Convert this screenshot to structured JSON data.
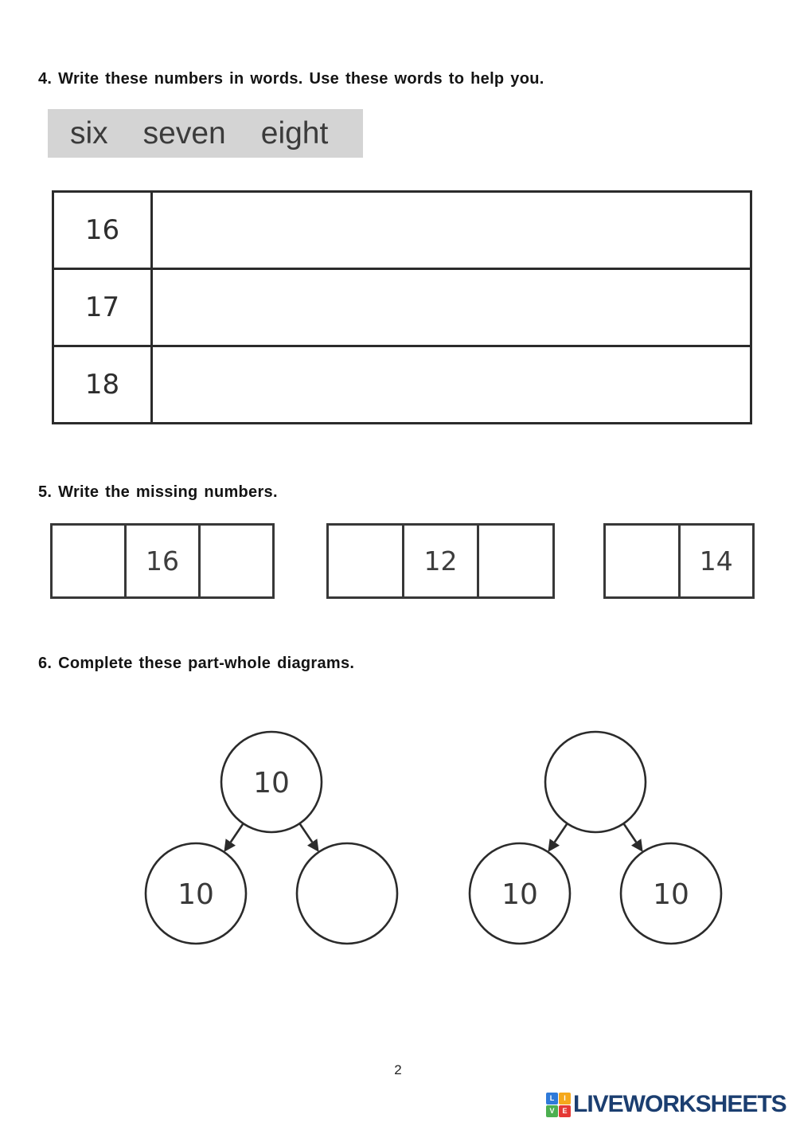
{
  "page": {
    "number": "2"
  },
  "q4": {
    "heading": "4. Write these numbers in words. Use these words to help you.",
    "word_bank": [
      "six",
      "seven",
      "eight"
    ],
    "rows": [
      {
        "number": "16",
        "answer": ""
      },
      {
        "number": "17",
        "answer": ""
      },
      {
        "number": "18",
        "answer": ""
      }
    ]
  },
  "q5": {
    "heading": "5. Write the missing numbers.",
    "strips": [
      {
        "cells": [
          "",
          "16",
          ""
        ]
      },
      {
        "cells": [
          "",
          "12",
          ""
        ]
      },
      {
        "cells": [
          "",
          "14"
        ]
      }
    ]
  },
  "q6": {
    "heading": "6. Complete these part-whole diagrams.",
    "diagrams": [
      {
        "whole": "10",
        "part_left": "10",
        "part_right": ""
      },
      {
        "whole": "",
        "part_left": "10",
        "part_right": "10"
      }
    ]
  },
  "footer": {
    "logo_tiles": [
      {
        "letter": "L",
        "color": "#2f7ad9"
      },
      {
        "letter": "I",
        "color": "#f5a81c"
      },
      {
        "letter": "V",
        "color": "#4caf50"
      },
      {
        "letter": "E",
        "color": "#e53935"
      }
    ],
    "logo_text": "LIVEWORKSHEETS"
  },
  "colors": {
    "ink": "#2b2b2b",
    "word_bank_bg": "#d4d4d4",
    "logo_navy": "#1b3e70"
  }
}
